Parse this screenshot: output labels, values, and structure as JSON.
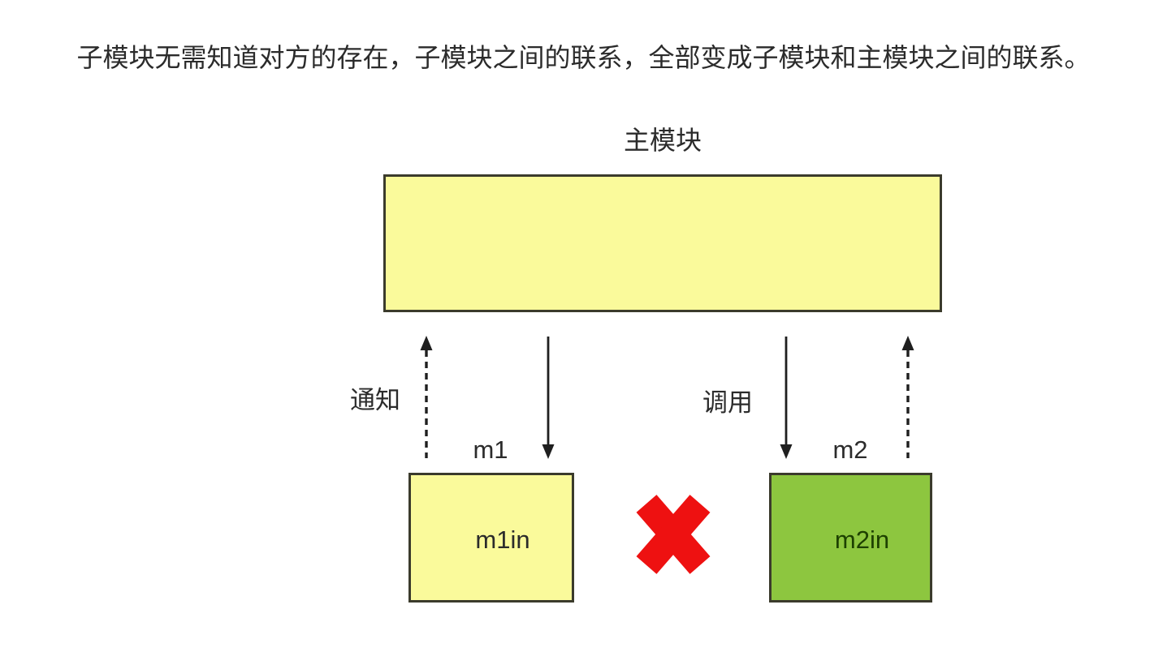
{
  "caption": "子模块无需知道对方的存在，子模块之间的联系，全部变成子模块和主模块之间的联系。",
  "main_module": {
    "label": "主模块"
  },
  "relations": {
    "notify_label": "通知",
    "call_label": "调用"
  },
  "submodules": {
    "m1": {
      "label": "m1",
      "inner_label": "m1in"
    },
    "m2": {
      "label": "m2",
      "inner_label": "m2in"
    }
  },
  "colors": {
    "yellow": "#FAFA9B",
    "green": "#8DC63F",
    "red": "#EE1111",
    "border": "#3B3B2C",
    "arrow": "#1F1F1F",
    "text": "#2B2B2B",
    "dark-green-text": "#1D4000"
  }
}
